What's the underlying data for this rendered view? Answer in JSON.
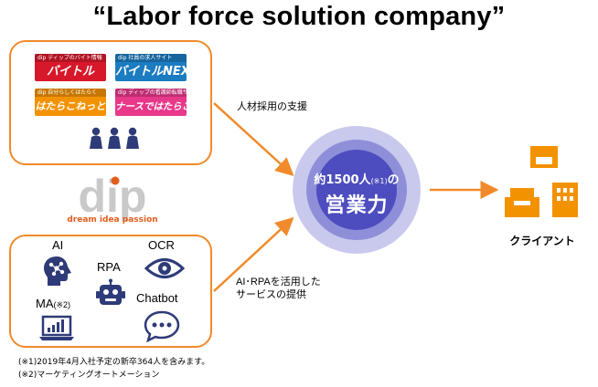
{
  "title": "“Labor force solution company”",
  "top_box": {
    "logos": [
      {
        "caption": "dip ディップのバイト情報",
        "brand": "バイトル",
        "color": "#d7182a"
      },
      {
        "caption": "dip 社員の求人サイト",
        "brand": "バイトルNEXT",
        "color": "#1b7cc1"
      },
      {
        "caption": "dip 自分らしくはたらく",
        "brand": "はたらこねっと",
        "color": "#f39200"
      },
      {
        "caption": "dip ディップの看護師転職サービス",
        "brand": "ナースではたらこ",
        "color": "#e8388a"
      }
    ]
  },
  "dip_logo": {
    "text": "dip",
    "tagline": "dream idea passion"
  },
  "bottom_box": {
    "ai": "AI",
    "rpa": "RPA",
    "ocr": "OCR",
    "ma": "MA",
    "ma_note": "(※2)",
    "chatbot": "Chatbot"
  },
  "arrow_labels": {
    "top": "人材採用の支援",
    "bottom_line1": "AI･RPAを活用した",
    "bottom_line2": "サービスの提供"
  },
  "center": {
    "line1": "約1500人",
    "line1_note": "(※1)",
    "line1_suffix": "の",
    "line2": "営業力"
  },
  "client": {
    "label": "クライアント"
  },
  "notes": [
    "(※1)2019年4月入社予定の新卒364人を含みます。",
    "(※2)マーケティングオートメーション"
  ],
  "colors": {
    "orange": "#f08a2a",
    "navy": "#2e3b78",
    "circle_outer": "#c9c9ee",
    "circle_mid": "#8f8fd9",
    "circle_inner": "#4d4dbf"
  }
}
